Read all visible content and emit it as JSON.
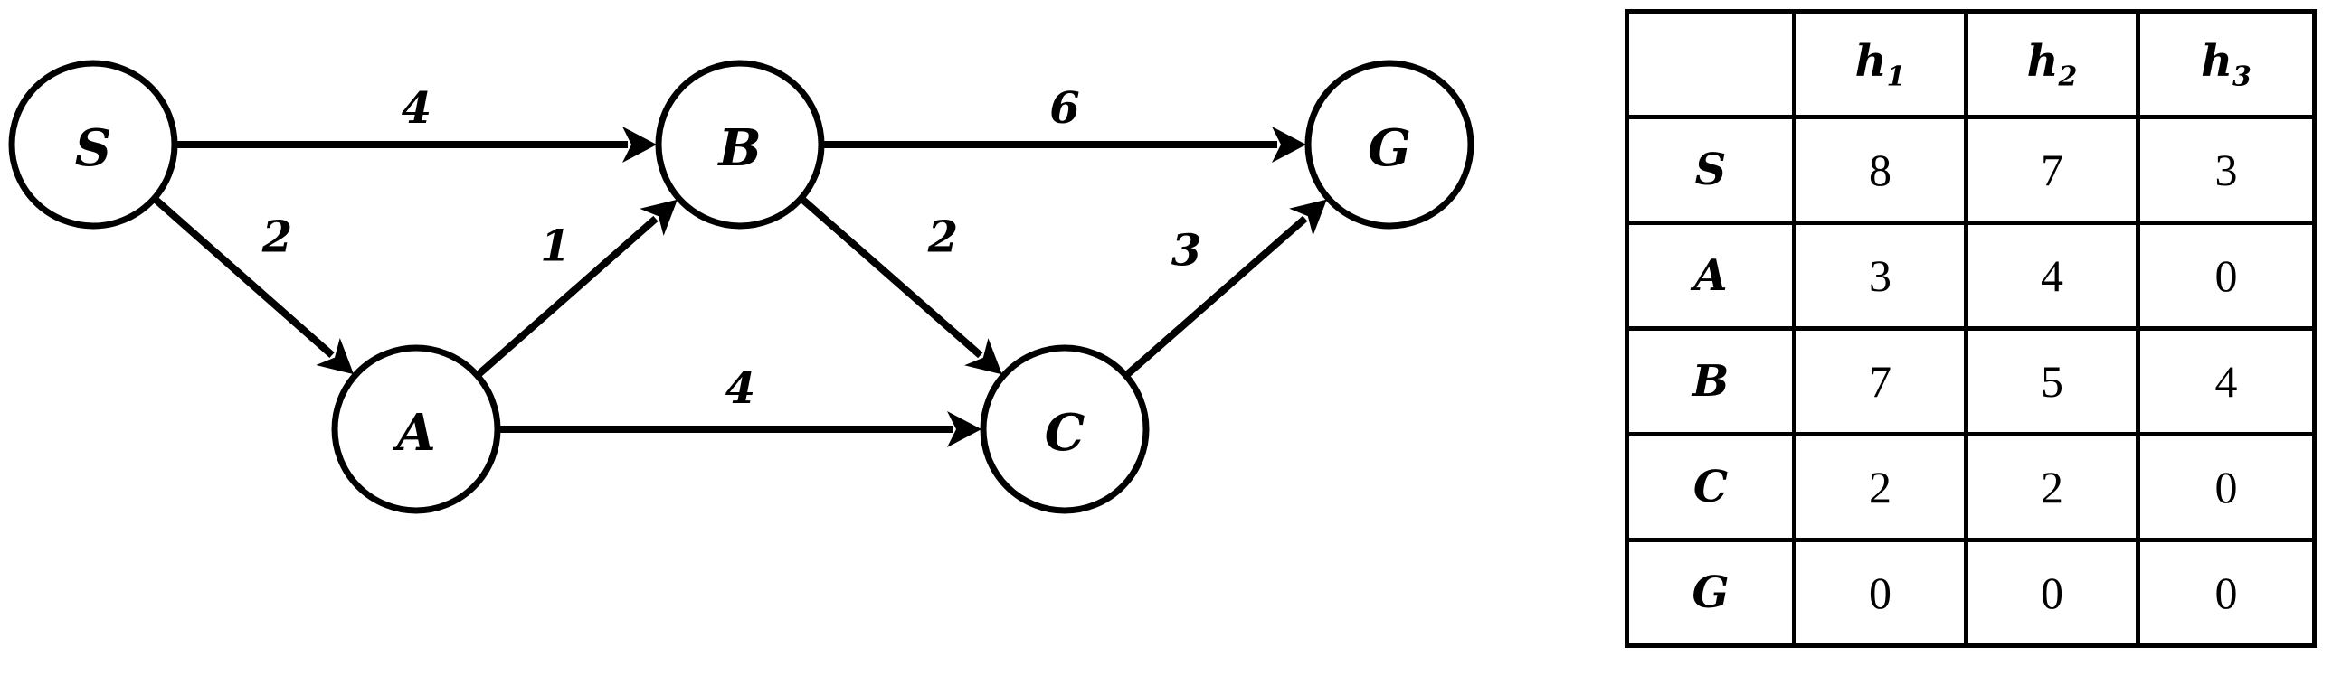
{
  "graph": {
    "nodes": [
      {
        "id": "S",
        "label": "S"
      },
      {
        "id": "A",
        "label": "A"
      },
      {
        "id": "B",
        "label": "B"
      },
      {
        "id": "C",
        "label": "C"
      },
      {
        "id": "G",
        "label": "G"
      }
    ],
    "edges": [
      {
        "from": "S",
        "to": "B",
        "weight": "4"
      },
      {
        "from": "S",
        "to": "A",
        "weight": "2"
      },
      {
        "from": "A",
        "to": "B",
        "weight": "1"
      },
      {
        "from": "A",
        "to": "C",
        "weight": "4"
      },
      {
        "from": "B",
        "to": "G",
        "weight": "6"
      },
      {
        "from": "B",
        "to": "C",
        "weight": "2"
      },
      {
        "from": "C",
        "to": "G",
        "weight": "3"
      }
    ]
  },
  "table": {
    "headers": [
      {
        "base": "h",
        "sub": "1"
      },
      {
        "base": "h",
        "sub": "2"
      },
      {
        "base": "h",
        "sub": "3"
      }
    ],
    "rows": [
      {
        "node": "S",
        "values": [
          "8",
          "7",
          "3"
        ]
      },
      {
        "node": "A",
        "values": [
          "3",
          "4",
          "0"
        ]
      },
      {
        "node": "B",
        "values": [
          "7",
          "5",
          "4"
        ]
      },
      {
        "node": "C",
        "values": [
          "2",
          "2",
          "0"
        ]
      },
      {
        "node": "G",
        "values": [
          "0",
          "0",
          "0"
        ]
      }
    ]
  }
}
